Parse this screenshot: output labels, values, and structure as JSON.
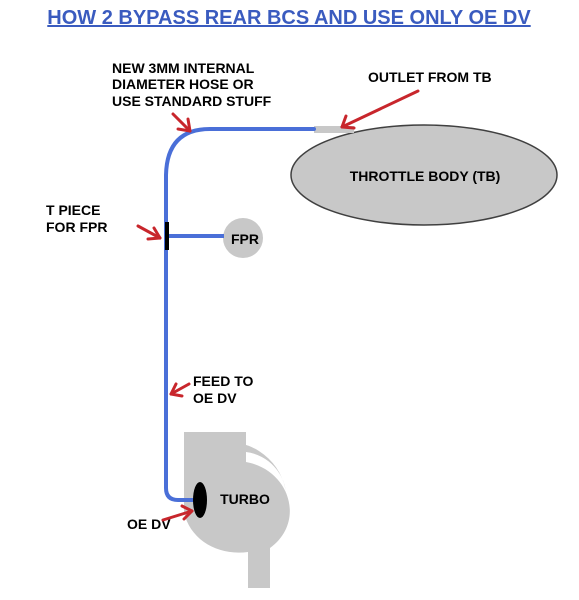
{
  "title": "HOW 2 BYPASS REAR BCS AND USE ONLY OE DV",
  "labels": {
    "hose_line1": "NEW 3MM INTERNAL",
    "hose_line2": "DIAMETER HOSE OR",
    "hose_line3": "USE STANDARD STUFF",
    "outlet": "OUTLET FROM TB",
    "throttle_body": "THROTTLE BODY (TB)",
    "tpiece_line1": "T PIECE",
    "tpiece_line2": "FOR FPR",
    "fpr": "FPR",
    "feed_line1": "FEED TO",
    "feed_line2": "OE DV",
    "turbo": "TURBO",
    "oe_dv": "OE DV"
  },
  "colors": {
    "title": "#3a5bbf",
    "hose": "#4a6fd8",
    "arrow": "#c8262c",
    "component_fill": "#c8c8c8",
    "component_stroke": "#404040",
    "text": "#000000"
  }
}
